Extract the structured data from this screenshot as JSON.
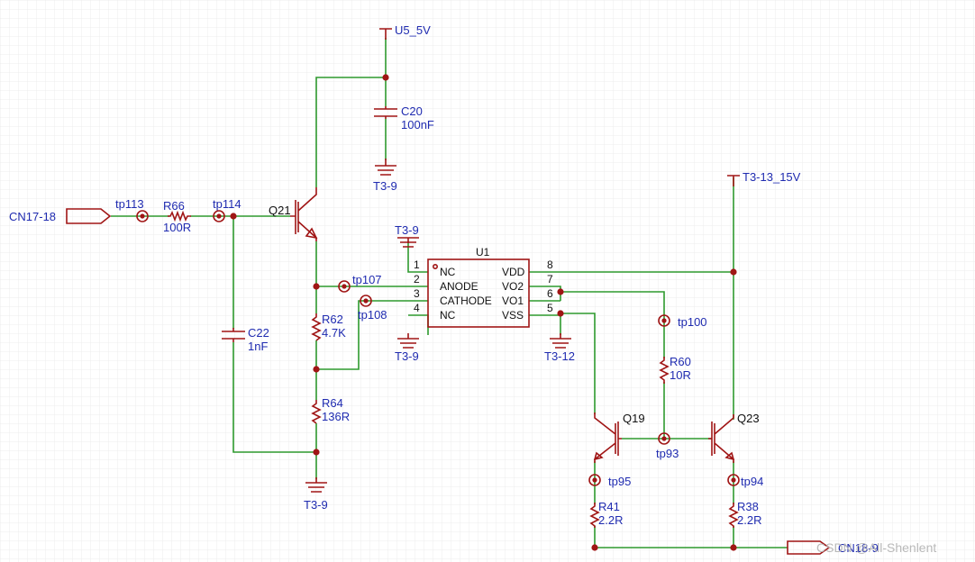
{
  "power": {
    "u5_5v": "U5_5V",
    "t3_13_15v": "T3-13_15V"
  },
  "grounds": {
    "c20": "T3-9",
    "u1_pin1": "T3-9",
    "u1_pin4": "T3-9",
    "u1_pin5": "T3-12",
    "bottom": "T3-9"
  },
  "ports": {
    "in": "CN17-18",
    "out": "CN18-9"
  },
  "testpoints": {
    "tp113": "tp113",
    "tp114": "tp114",
    "tp107": "tp107",
    "tp108": "tp108",
    "tp100": "tp100",
    "tp93": "tp93",
    "tp95": "tp95",
    "tp94": "tp94"
  },
  "components": {
    "r66": {
      "ref": "R66",
      "value": "100R"
    },
    "c20": {
      "ref": "C20",
      "value": "100nF"
    },
    "q21": {
      "ref": "Q21"
    },
    "r62": {
      "ref": "R62",
      "value": "4.7K"
    },
    "r64": {
      "ref": "R64",
      "value": "136R"
    },
    "c22": {
      "ref": "C22",
      "value": "1nF"
    },
    "r60": {
      "ref": "R60",
      "value": "10R"
    },
    "q19": {
      "ref": "Q19"
    },
    "q23": {
      "ref": "Q23"
    },
    "r41": {
      "ref": "R41",
      "value": "2.2R"
    },
    "r38": {
      "ref": "R38",
      "value": "2.2R"
    }
  },
  "u1": {
    "ref": "U1",
    "pins_left": [
      {
        "num": "1",
        "name": "NC"
      },
      {
        "num": "2",
        "name": "ANODE"
      },
      {
        "num": "3",
        "name": "CATHODE"
      },
      {
        "num": "4",
        "name": "NC"
      }
    ],
    "pins_right": [
      {
        "num": "8",
        "name": "VDD"
      },
      {
        "num": "7",
        "name": "VO2"
      },
      {
        "num": "6",
        "name": "VO1"
      },
      {
        "num": "5",
        "name": "VSS"
      }
    ]
  },
  "watermark": "CSDN @All-Shenlent"
}
